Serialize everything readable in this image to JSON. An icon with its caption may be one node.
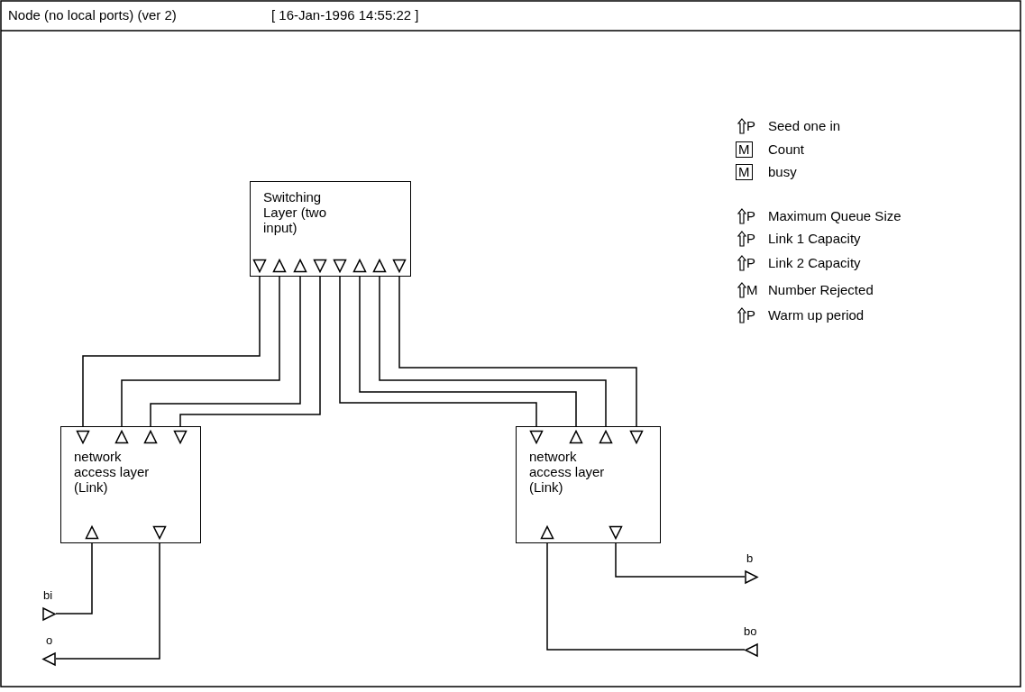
{
  "diagram": {
    "title": "Node (no local ports) (ver 2)",
    "nodes": [
      {
        "text": [
          "Switching Layer (two input)"
        ]
      },
      {
        "text": [
          "network access layer (Link)"
        ]
      },
      {
        "text": [
          "network access layer (Link)"
        ]
      },
      {
        "text": [],
        "shape": "triangle",
        "beside": [
          "bi"
        ]
      },
      {
        "text": [],
        "shape": "triangle",
        "beside": [
          "o"
        ]
      },
      {
        "text": [],
        "shape": "triangle",
        "beside": [
          "b"
        ]
      },
      {
        "text": [],
        "shape": "triangle",
        "beside": [
          "bo"
        ]
      }
    ],
    "edges": [
      {
        "from": 0,
        "to": 1,
        "arrow": "none"
      },
      {
        "from": 0,
        "to": 1,
        "arrow": "none"
      },
      {
        "from": 0,
        "to": 1,
        "arrow": "none"
      },
      {
        "from": 0,
        "to": 1,
        "arrow": "none"
      },
      {
        "from": 0,
        "to": 2,
        "arrow": "none"
      },
      {
        "from": 0,
        "to": 2,
        "arrow": "none"
      },
      {
        "from": 0,
        "to": 2,
        "arrow": "none"
      },
      {
        "from": 0,
        "to": 2,
        "arrow": "none"
      },
      {
        "from": 3,
        "to": 1,
        "arrow": "none"
      },
      {
        "from": 1,
        "to": 4,
        "arrow": "none"
      },
      {
        "from": 2,
        "to": 5,
        "arrow": "none"
      },
      {
        "from": 6,
        "to": 2,
        "arrow": "none"
      }
    ],
    "labels": [
      "[ 16-Jan-1996 14:55:22 ]",
      "P",
      "Seed one in",
      "M",
      "Count",
      "M",
      "busy",
      "P",
      "Maximum Queue Size",
      "P",
      "Link 1 Capacity",
      "P",
      "Link 2 Capacity",
      "M",
      "Number Rejected",
      "P",
      "Warm up period"
    ]
  }
}
